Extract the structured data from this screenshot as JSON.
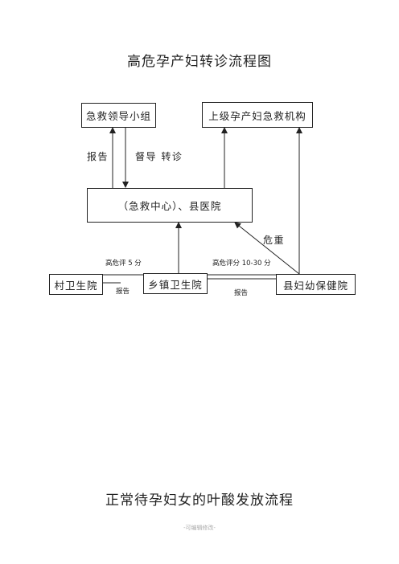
{
  "title": "高危孕产妇转诊流程图",
  "nodes": {
    "emergency_group": "急救领导小组",
    "superior_institution": "上级孕产妇急救机构",
    "county_hospital": "（急救中心）、县医院",
    "village_clinic": "村卫生院",
    "township_clinic": "乡镇卫生院",
    "maternal_child_center": "县妇幼保健院"
  },
  "edge_labels": {
    "report_up": "报告",
    "supervise_refer": "督导  转诊",
    "critical": "危重",
    "score_5": "高危评 5 分",
    "score_10_30": "高危评分 10-30 分",
    "report_village": "报告",
    "report_county": "报告"
  },
  "second_title": "正常待孕妇女的叶酸发放流程",
  "footer": "-可编辑修改-"
}
